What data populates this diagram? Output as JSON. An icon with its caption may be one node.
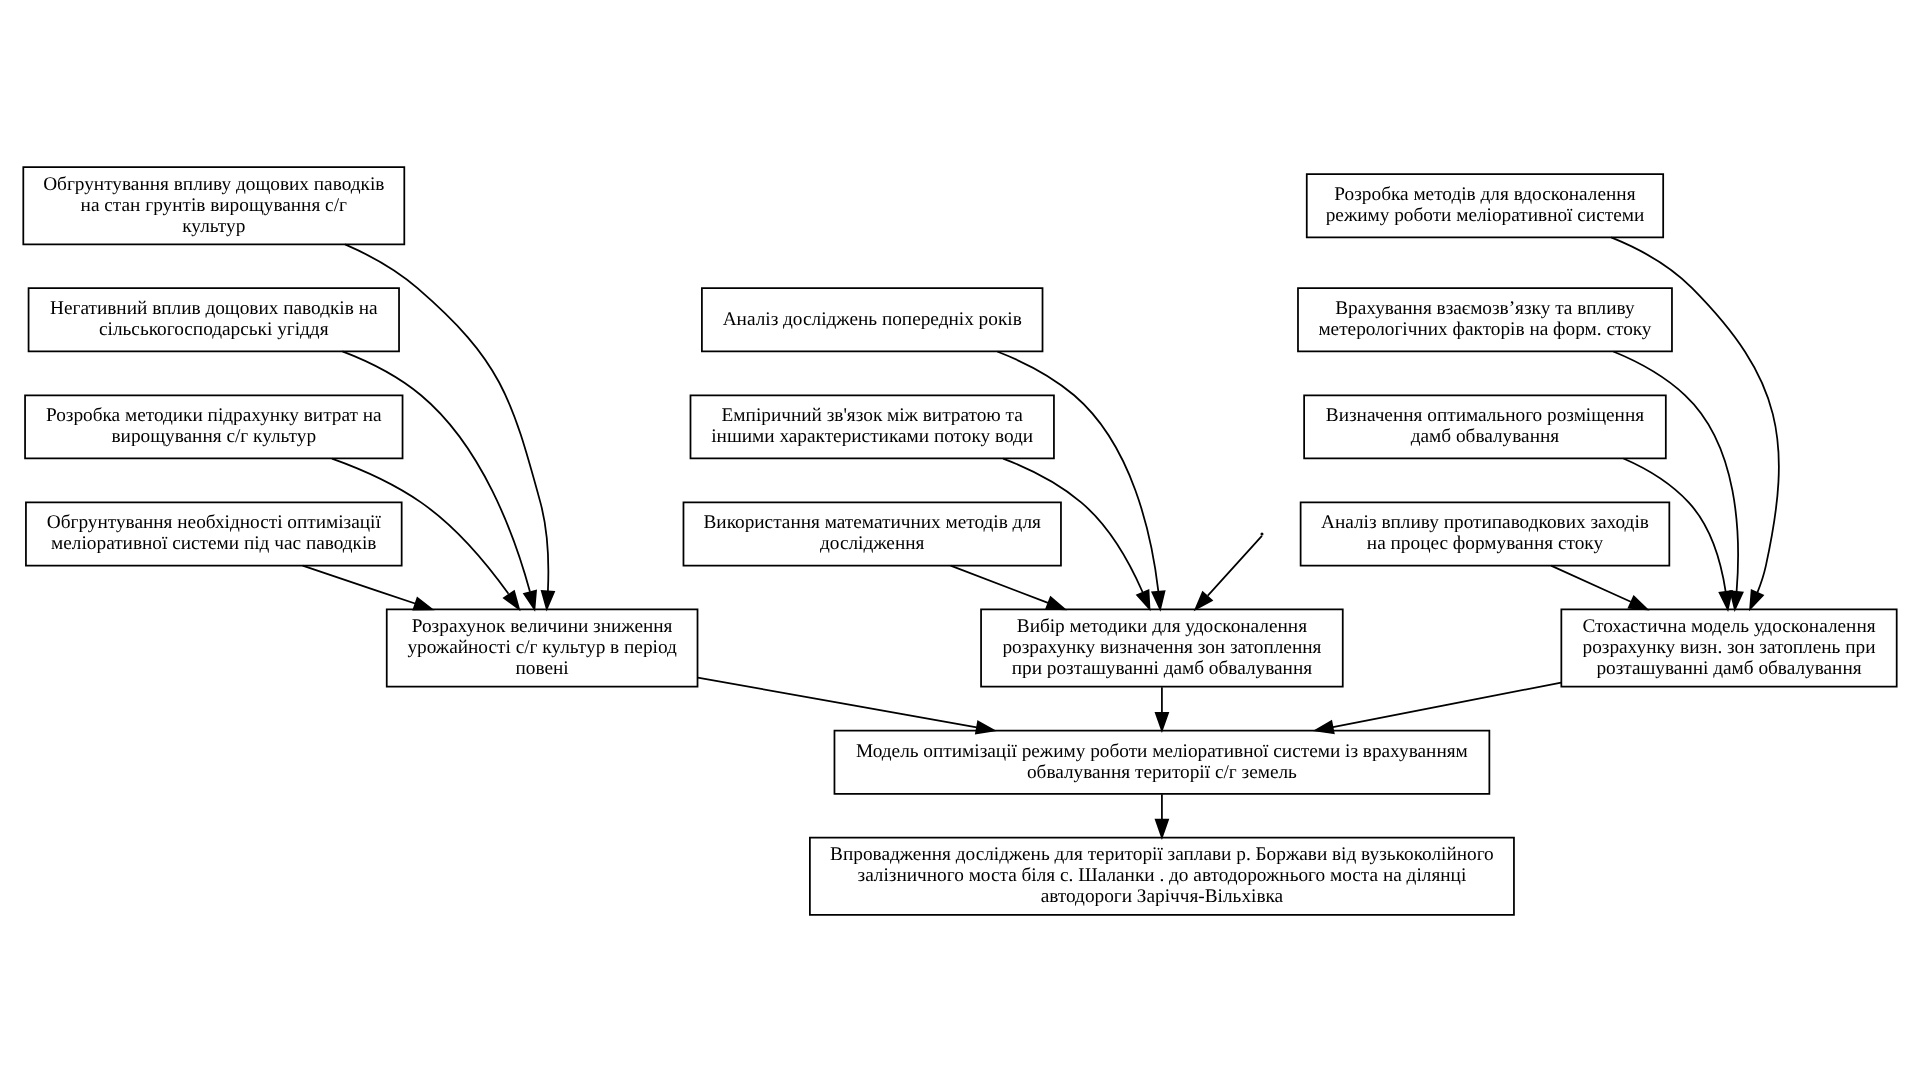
{
  "diagram": {
    "nodes": [
      {
        "text": [
          "Обгрунтування впливу дощових паводків на стан грунтів вирощування с/г культур"
        ]
      },
      {
        "text": [
          "Розробка методів для вдосконалення режиму роботи меліоративної системи"
        ]
      },
      {
        "text": [
          "Аналіз досліджень попередніх років"
        ]
      },
      {
        "text": [
          "Негативний вплив дощових паводків на сільськогосподарські угіддя"
        ]
      },
      {
        "text": [
          "Врахування взаємозв’язку та впливу метерологічних факторів на форм. стоку"
        ]
      },
      {
        "text": [
          "Емпіричний зв'язок між витратою та іншими характеристиками потоку води"
        ]
      },
      {
        "text": [
          "Розробка методики підрахунку витрат на вирощування с/г культур"
        ]
      },
      {
        "text": [
          "Визначення оптимального розміщення дамб обвалування"
        ]
      },
      {
        "text": [
          "Використання математичних методів для дослідження"
        ]
      },
      {
        "text": [
          "Обгрунтування необхідності оптимізації меліоративної системи під час паводків"
        ]
      },
      {
        "text": [
          "Аналіз впливу протипаводкових заходів на процес формування стоку"
        ]
      },
      {
        "text": [
          "Вибір методики для удосконалення розрахунку визначення зон затоплення при розташуванні дамб обвалування"
        ]
      },
      {
        "text": [
          "Розрахунок величини зниження урожайності с/г культур в період повені"
        ]
      },
      {
        "text": [
          "Стохастична модель удосконалення розрахунку визн. зон затоплень при розташуванні дамб обвалування"
        ]
      },
      {
        "text": [
          "Модель оптимізації режиму роботи меліоративної системи із врахуванням обвалування території с/г земель"
        ]
      },
      {
        "text": [
          "Впровадження досліджень для території заплави р. Боржави від вузькоколійного залізничного моста біля с. Шаланки . до автодорожнього моста на ділянці автодороги Заріччя-Вільхівка"
        ]
      }
    ],
    "edges": [
      {
        "from": null,
        "to": 11,
        "arrow": "to"
      },
      {
        "from": 2,
        "to": 11,
        "arrow": "to"
      },
      {
        "from": 5,
        "to": 11,
        "arrow": "to"
      },
      {
        "from": 8,
        "to": 11,
        "arrow": "to"
      },
      {
        "from": 0,
        "to": 12,
        "arrow": "to"
      },
      {
        "from": 3,
        "to": 12,
        "arrow": "to"
      },
      {
        "from": 6,
        "to": 12,
        "arrow": "to"
      },
      {
        "from": 9,
        "to": 12,
        "arrow": "to"
      },
      {
        "from": 1,
        "to": 13,
        "arrow": "to"
      },
      {
        "from": 4,
        "to": 13,
        "arrow": "to"
      },
      {
        "from": 7,
        "to": 13,
        "arrow": "to"
      },
      {
        "from": 10,
        "to": 13,
        "arrow": "to"
      },
      {
        "from": 11,
        "to": 14,
        "arrow": "to"
      },
      {
        "from": 12,
        "to": 14,
        "arrow": "to"
      },
      {
        "from": 13,
        "to": 14,
        "arrow": "to"
      },
      {
        "from": 14,
        "to": 15,
        "arrow": "to"
      }
    ]
  }
}
